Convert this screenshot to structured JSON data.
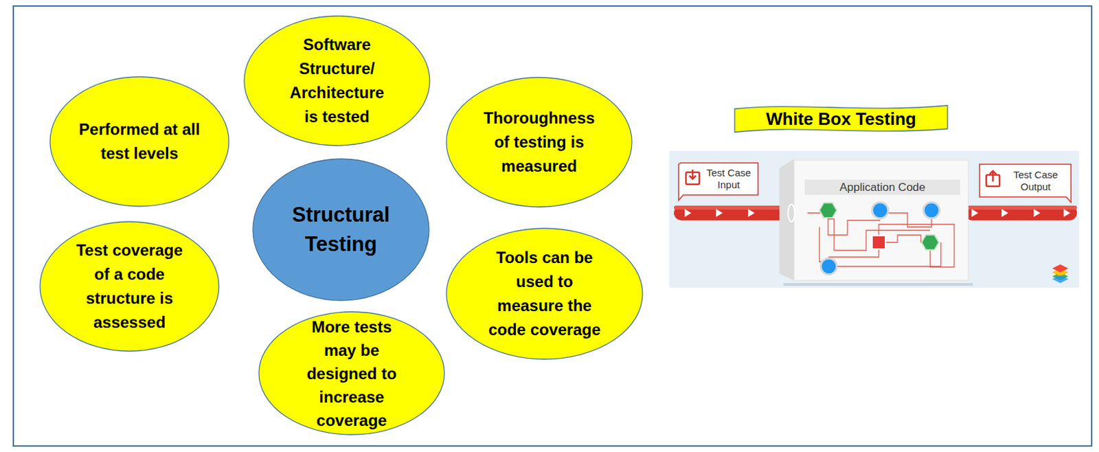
{
  "diagram": {
    "nodes": [
      {
        "text": [
          "Software Structure/ Architecture is tested"
        ]
      },
      {
        "text": [
          "Performed at all test levels"
        ]
      },
      {
        "text": [
          "Thoroughness of testing is measured"
        ]
      },
      {
        "text": [
          "Structural Testing"
        ]
      },
      {
        "text": [
          "Test coverage of a code structure is assessed"
        ]
      },
      {
        "text": [
          "Tools can be used to measure the code coverage"
        ]
      },
      {
        "text": [
          "More tests may be designed to increase coverage"
        ]
      },
      {
        "text": [
          "White Box Testing"
        ]
      }
    ],
    "labels": [
      "Test Case Input",
      "Application Code",
      "Test Case Output"
    ]
  }
}
